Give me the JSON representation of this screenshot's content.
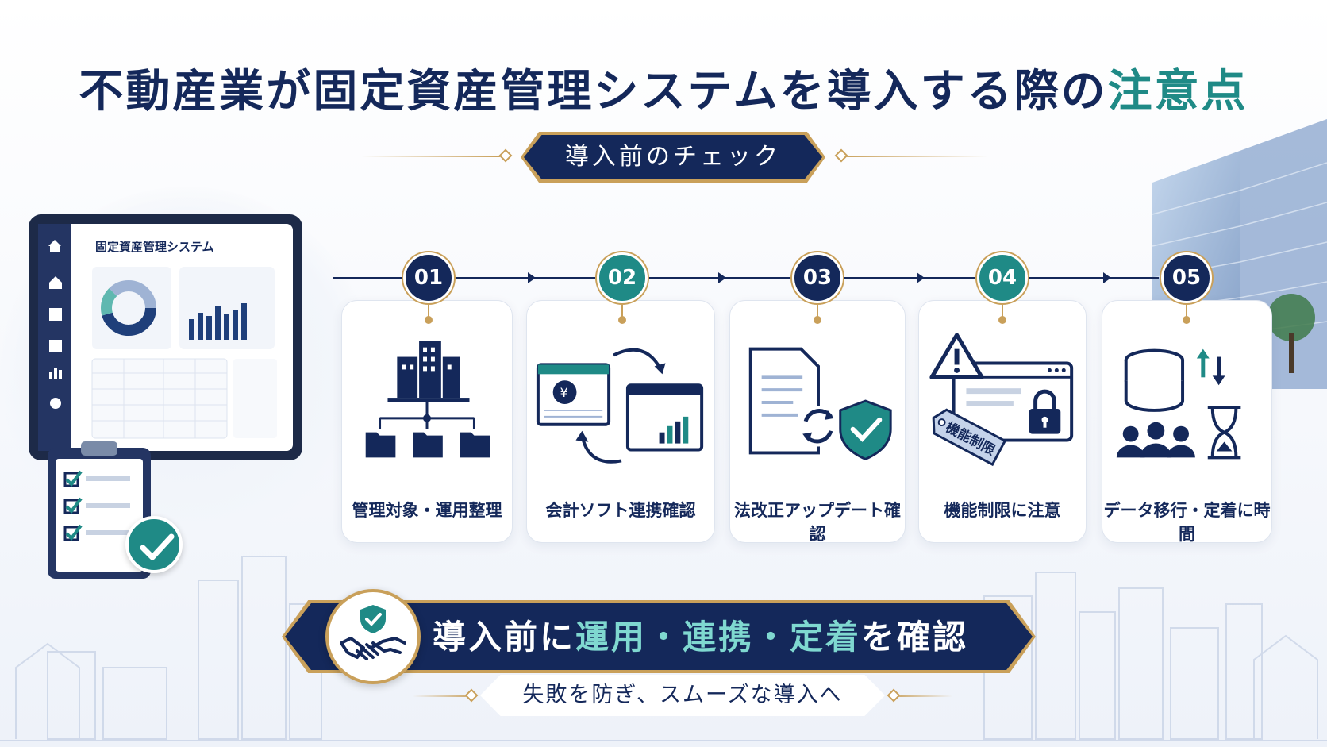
{
  "title": {
    "main": "不動産業が固定資産管理システムを導入する際の",
    "accent": "注意点"
  },
  "section_badge": "導入前のチェック",
  "tablet": {
    "screen_title": "固定資産管理システム",
    "sidebar_icons": [
      "home-icon",
      "building-icon",
      "document-icon",
      "list-icon",
      "chart-icon",
      "gear-icon"
    ]
  },
  "steps": [
    {
      "number": "01",
      "label": "管理対象・運用整理",
      "icon": "building-hierarchy-icon",
      "color": "navy"
    },
    {
      "number": "02",
      "label": "会計ソフト連携確認",
      "icon": "accounting-sync-icon",
      "color": "teal"
    },
    {
      "number": "03",
      "label": "法改正アップデート確認",
      "icon": "document-update-shield-icon",
      "color": "navy"
    },
    {
      "number": "04",
      "label": "機能制限に注意",
      "icon": "warning-lock-tag-icon",
      "color": "teal",
      "tag_text": "機能制限"
    },
    {
      "number": "05",
      "label": "データ移行・定着に時間",
      "icon": "database-transfer-icon",
      "color": "navy"
    }
  ],
  "banner": {
    "prefix": "導入前に",
    "highlight": "運用・連携・定着",
    "suffix": "を確認"
  },
  "tagline": "失敗を防ぎ、スムーズな導入へ",
  "colors": {
    "navy": "#14285a",
    "teal": "#1f8a86",
    "gold": "#c9a05a"
  }
}
